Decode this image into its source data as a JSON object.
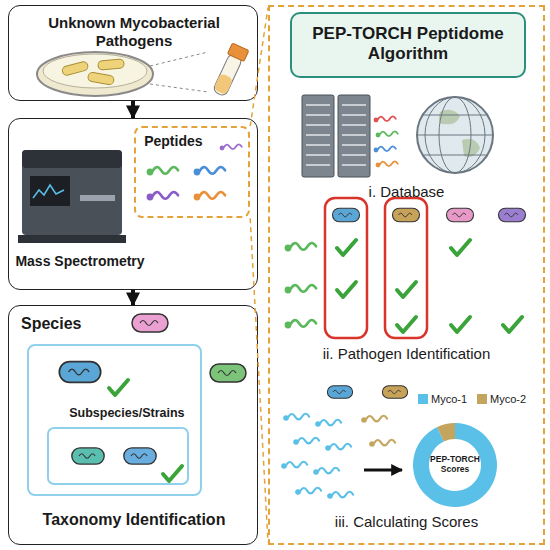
{
  "diagram": {
    "nodes": [
      {
        "text": [
          "Unknown Mycobacterial Pathogens"
        ]
      },
      {
        "text": [
          "Mass Spectrometry"
        ]
      },
      {
        "text": [
          "Peptides"
        ],
        "in": 1
      },
      {
        "text": [
          "Species",
          "Taxonomy Identification"
        ]
      },
      {
        "text": [
          "Subspecies/Strains"
        ],
        "in": 3
      },
      {
        "text": [
          "i. Database",
          "ii. Pathogen Identification",
          "iii. Calculating Scores"
        ]
      },
      {
        "text": [
          "PEP-TORCH Peptidome Algorithm"
        ],
        "in": 5
      },
      {
        "text": [
          "PEP-TORCH Scores"
        ],
        "in": 5
      }
    ],
    "edges": [
      {
        "from": 0,
        "to": 1,
        "arrow": "to"
      },
      {
        "from": 1,
        "to": 3,
        "arrow": "to"
      },
      {
        "from": 2,
        "to": 5,
        "arrow": "none"
      },
      {
        "from": 2,
        "to": 5,
        "arrow": "none"
      }
    ],
    "legend": [
      {
        "text": "Myco-1",
        "color": "#5bc0e8"
      },
      {
        "text": "Myco-2",
        "color": "#c4a55e"
      }
    ]
  }
}
